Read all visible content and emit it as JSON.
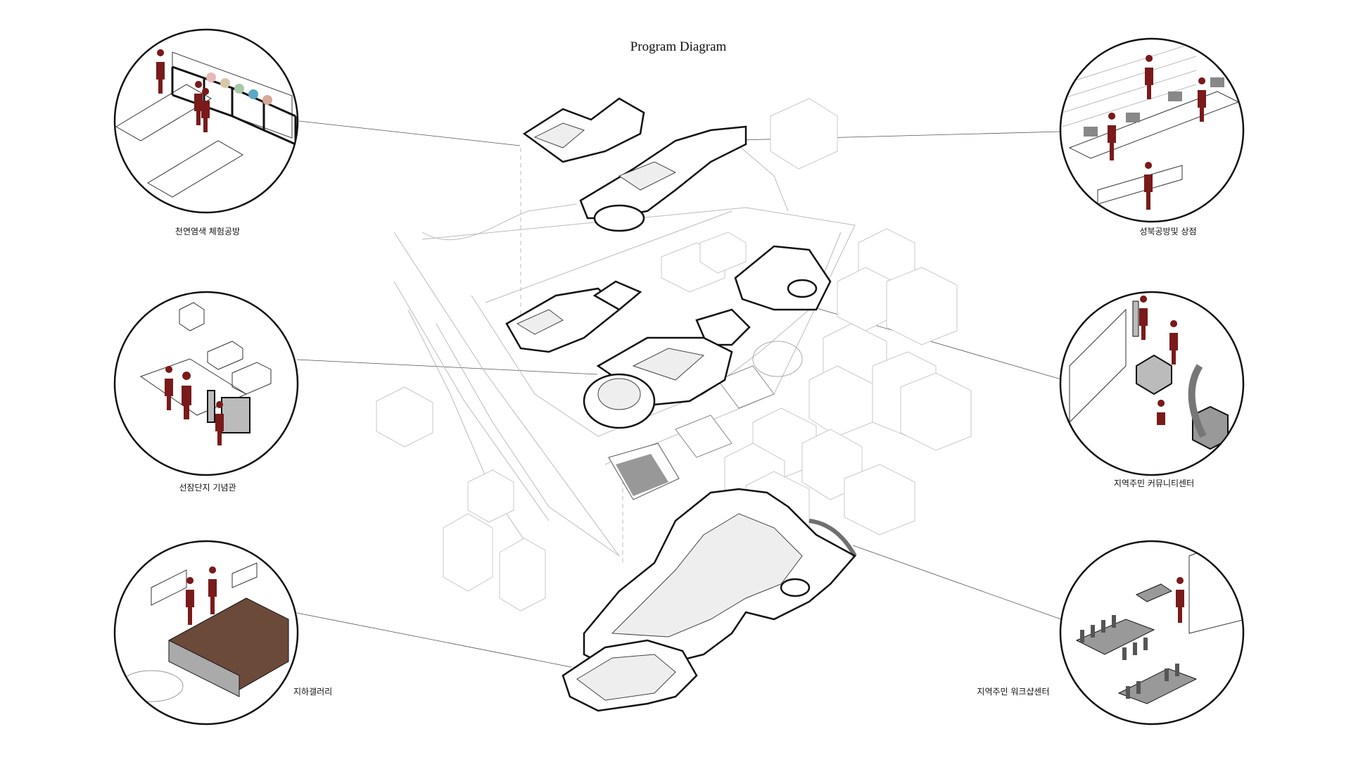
{
  "title": "Program Diagram",
  "programs": [
    {
      "label": "천연염색 체험공방"
    },
    {
      "label": "선잠단지 기념관"
    },
    {
      "label": "지하갤러리"
    },
    {
      "label": "성북공방및 상점"
    },
    {
      "label": "지역주민 커뮤니티센터"
    },
    {
      "label": "지역주민 워크샵센터"
    }
  ],
  "colors": {
    "figure": "#7a1a1a",
    "floor": "#6b4a3a"
  }
}
